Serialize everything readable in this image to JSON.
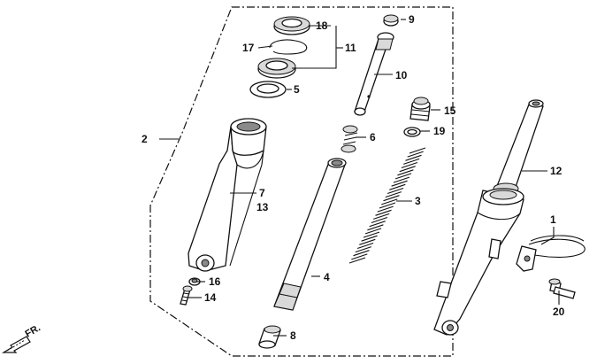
{
  "callouts": {
    "c1": "1",
    "c2": "2",
    "c3": "3",
    "c4": "4",
    "c5": "5",
    "c6": "6",
    "c7": "7",
    "c8": "8",
    "c9": "9",
    "c10": "10",
    "c11": "11",
    "c12": "12",
    "c13": "13",
    "c14": "14",
    "c15": "15",
    "c16": "16",
    "c17": "17",
    "c18": "18",
    "c19": "19",
    "c20": "20"
  },
  "direction_marker": {
    "label": "FR.",
    "icon": "front-direction-arrow-icon"
  }
}
